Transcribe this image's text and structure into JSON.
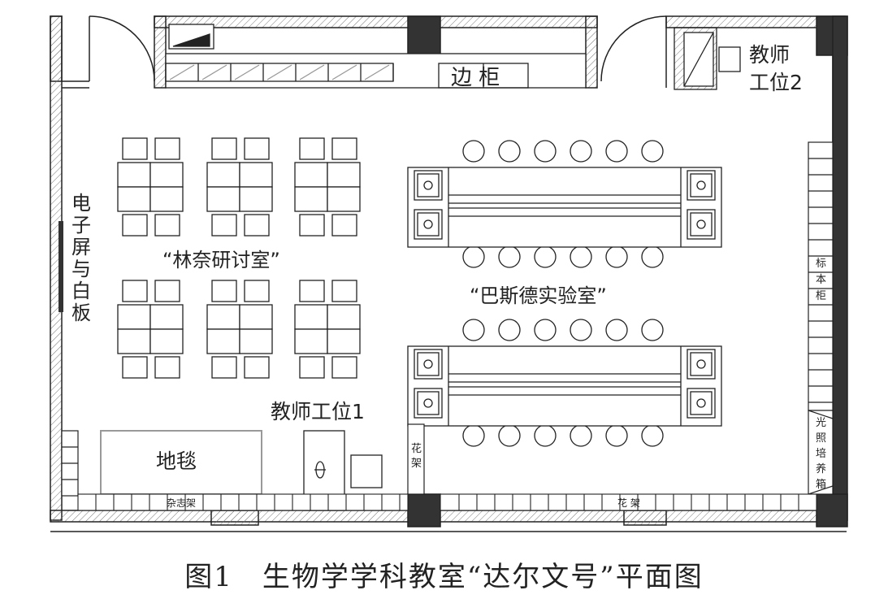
{
  "labels": {
    "side_cabinet": "边 柜",
    "teacher_station_2": "教师\n工位2",
    "screen_whiteboard": "电\n子\n屏\n与\n白\n板",
    "linnai_room": "“林奈研讨室”",
    "bass_lab": "“巴斯德实验室”",
    "specimen_cabinet": "标\n本\n柜",
    "growth_chamber": "光\n照\n培\n养\n箱",
    "teacher_station_1": "教师工位1",
    "carpet": "地毯",
    "flower_stand_small": "花\n架",
    "magazine_rack": "杂志架",
    "flower_stand_bottom": "花 架"
  },
  "caption": "图1　生物学学科教室“达尔文号”平面图"
}
